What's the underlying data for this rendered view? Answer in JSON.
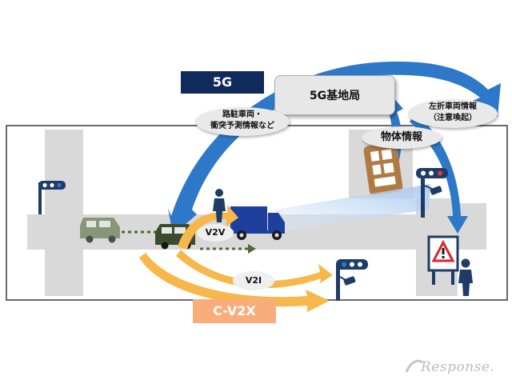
{
  "labels": {
    "fiveg": "5G",
    "base_station": "5G基地局",
    "parked_info_line1": "路駐車両・",
    "parked_info_line2": "衝突予測情報など",
    "left_turn_line1": "左折車両情報",
    "left_turn_line2": "（注意喚起）",
    "object_info": "物体情報",
    "v2v": "V2V",
    "v2i": "V2I",
    "cv2x": "C-V2X"
  },
  "watermark": "Response.",
  "colors": {
    "fiveg_box": "#102a5c",
    "blue_arrow": "#2874c8",
    "orange_arrow": "#f7b74a",
    "cv2x_box": "#f8ad7b",
    "road": "#d9d9d9",
    "truck": "#1f3f9e",
    "car": "#3e4a2e"
  },
  "icons": [
    "traffic-signal-icon",
    "person-icon",
    "truck-icon",
    "car-icon",
    "bus-icon",
    "warning-sign-icon",
    "camera-icon"
  ]
}
